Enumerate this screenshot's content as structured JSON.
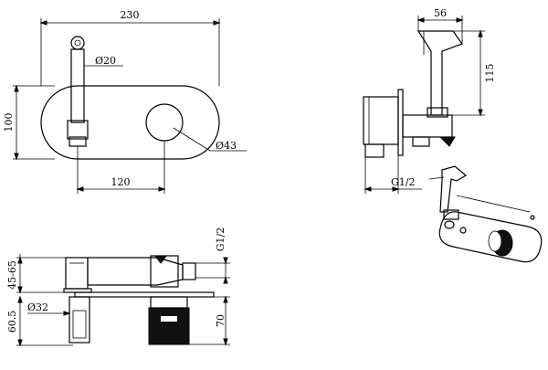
{
  "front_view": {
    "width_dim": "230",
    "height_dim": "100",
    "spout_diameter": "Ø20",
    "handle_diameter": "Ø43",
    "center_distance": "120"
  },
  "side_view": {
    "head_width": "56",
    "head_height": "115",
    "thread": "G1/2"
  },
  "bottom_view": {
    "thread": "G1/2",
    "depth_range": "45-65",
    "depth_total": "60.5",
    "body_height": "70",
    "pipe_diameter": "Ø32"
  }
}
